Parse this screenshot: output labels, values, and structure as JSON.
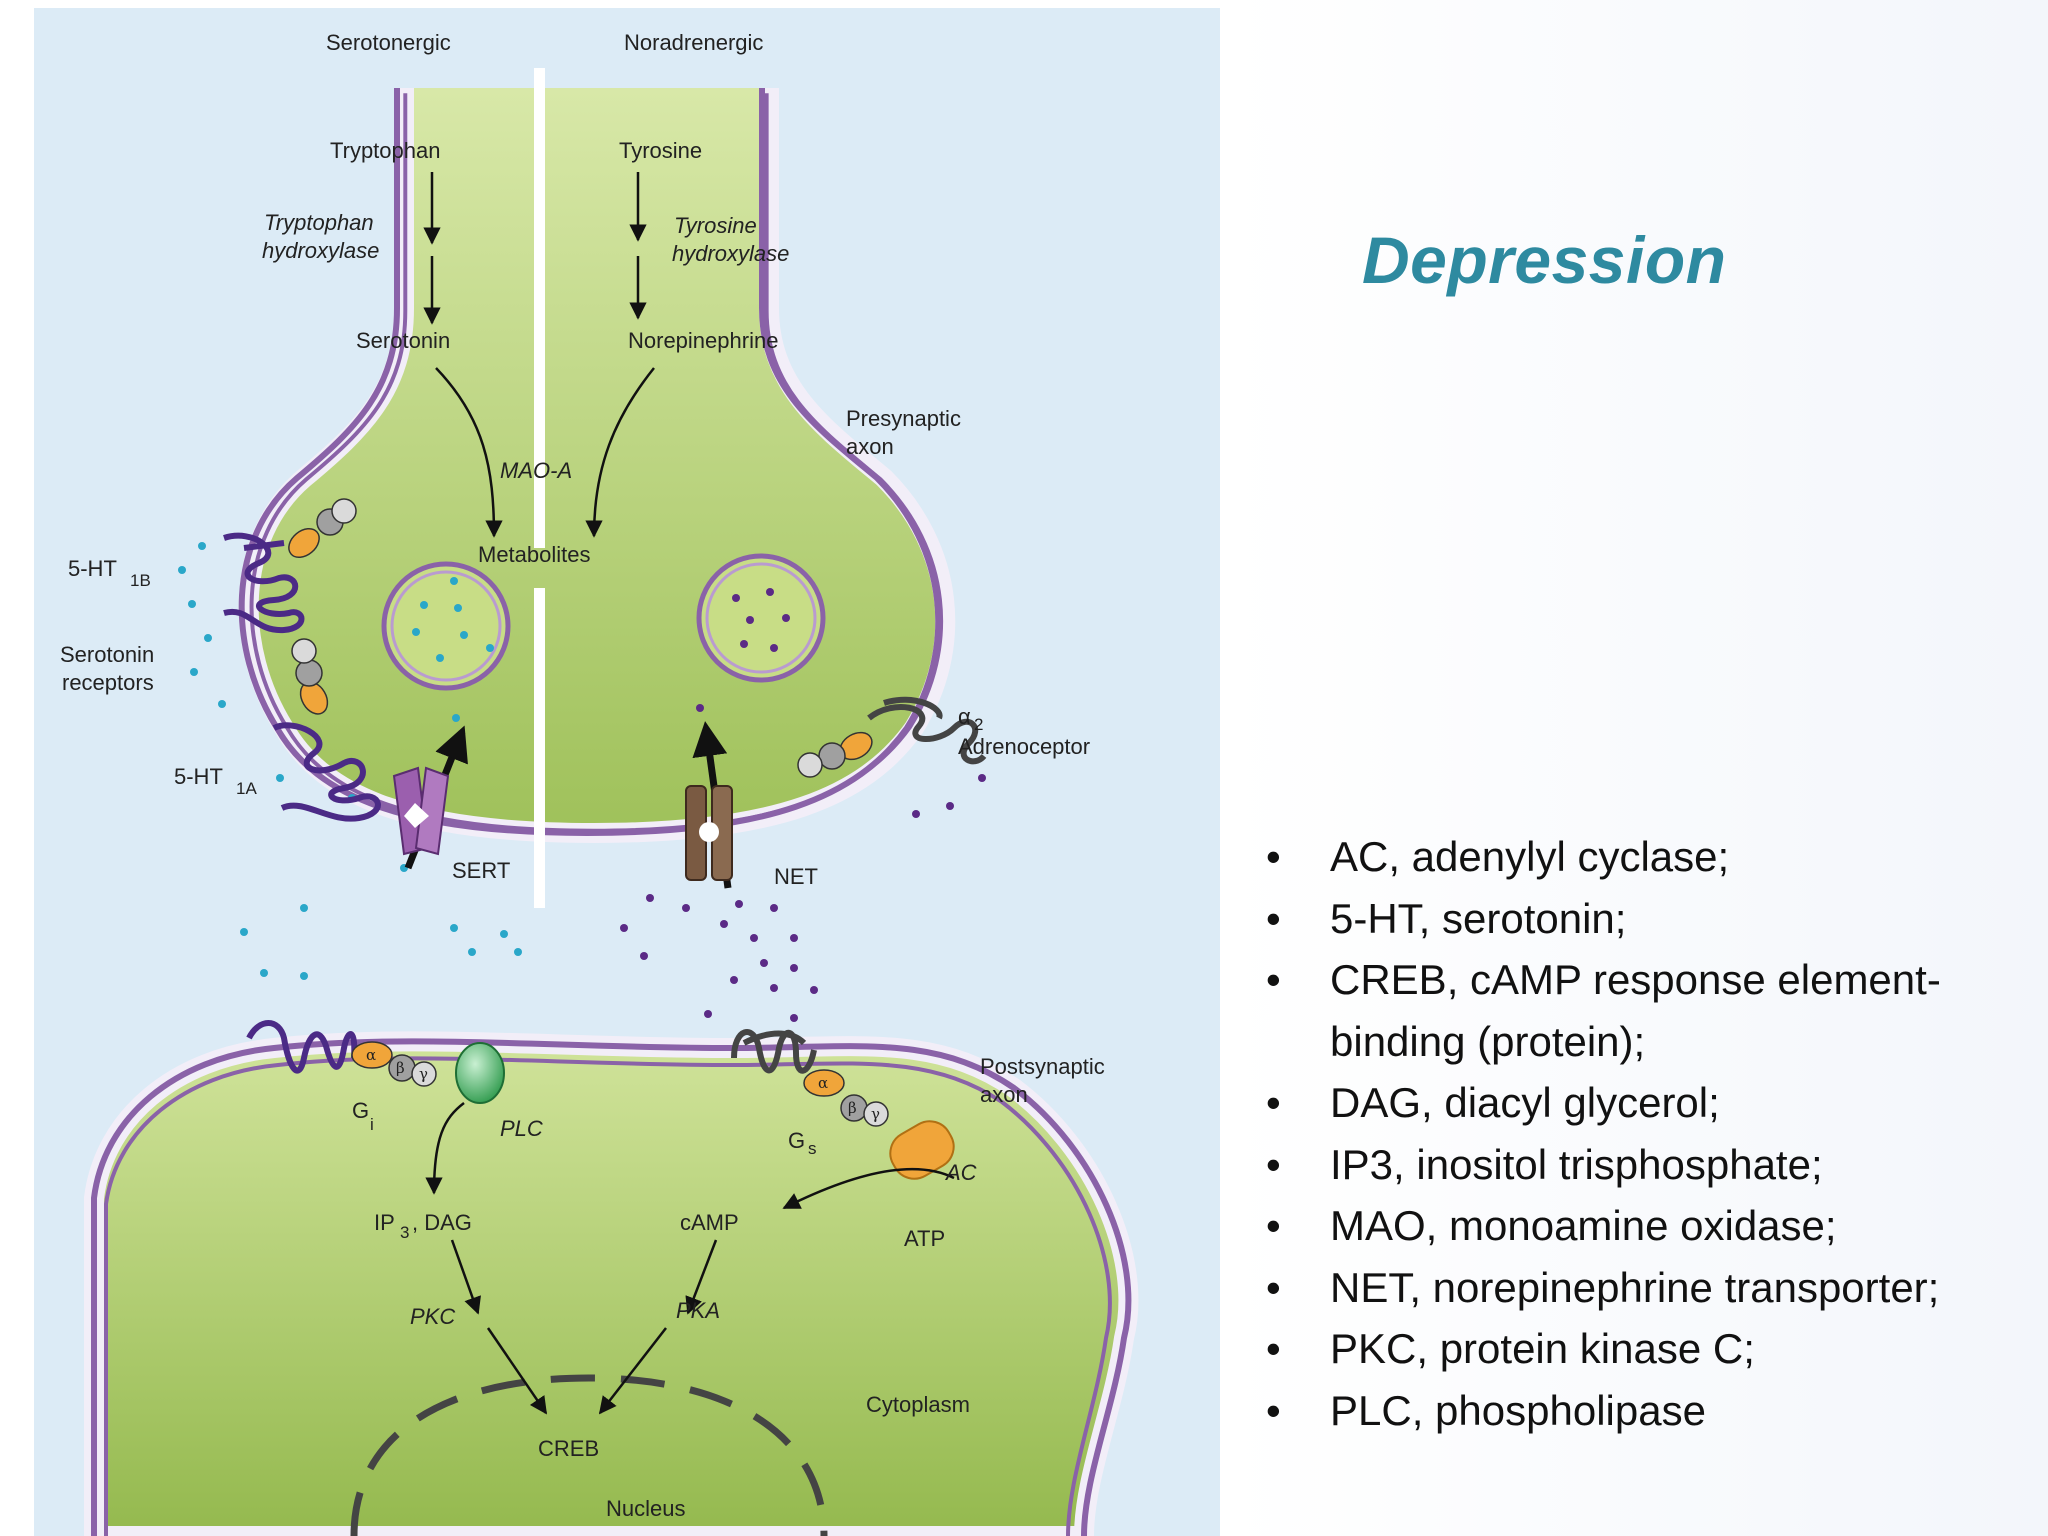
{
  "slide": {
    "title": "Depression",
    "legend": [
      "AC, adenylyl cyclase;",
      "5-HT, serotonin;",
      "CREB, cAMP response element-binding (protein);",
      "DAG, diacyl glycerol;",
      "IP3, inositol trisphosphate;",
      "MAO, monoamine oxidase;",
      "NET, norepinephrine transporter;",
      "PKC, protein kinase C;",
      "PLC, phospholipase"
    ]
  },
  "diagram": {
    "colors": {
      "background": "#dcebf6",
      "cytoplasm": "#b4cf6a",
      "membrane": "#8a62a8",
      "serotonin_dot": "#2aa7c9",
      "norepinephrine_dot": "#5b2a86",
      "g_alpha": "#f0a53a",
      "plc": "#3faa5a",
      "ac": "#f0a53a"
    },
    "labels": {
      "serotonergic": "Serotonergic",
      "noradrenergic": "Noradrenergic",
      "tryptophan": "Tryptophan",
      "tryptophan_hydroxylase_1": "Tryptophan",
      "tryptophan_hydroxylase_2": "hydroxylase",
      "serotonin": "Serotonin",
      "tyrosine": "Tyrosine",
      "tyrosine_hydroxylase_1": "Tyrosine",
      "tyrosine_hydroxylase_2": "hydroxylase",
      "norepinephrine": "Norepinephrine",
      "mao_a": "MAO-A",
      "metabolites": "Metabolites",
      "presynaptic_1": "Presynaptic",
      "presynaptic_2": "axon",
      "ht1b": "5-HT",
      "ht1b_sub": "1B",
      "serotonin_receptors_1": "Serotonin",
      "serotonin_receptors_2": "receptors",
      "ht1a": "5-HT",
      "ht1a_sub": "1A",
      "sert": "SERT",
      "net": "NET",
      "alpha2": "α",
      "alpha2_sub": "2",
      "adrenoceptor": "Adrenoceptor",
      "postsynaptic_1": "Postsynaptic",
      "postsynaptic_2": "axon",
      "gi": "G",
      "gi_sub": "i",
      "gs": "G",
      "gs_sub": "s",
      "plc": "PLC",
      "ac": "AC",
      "ip3": "IP",
      "ip3_sub": "3",
      "dag": ", DAG",
      "camp": "cAMP",
      "atp": "ATP",
      "pkc": "PKC",
      "pka": "PKA",
      "creb": "CREB",
      "cytoplasm": "Cytoplasm",
      "nucleus": "Nucleus",
      "alpha": "α",
      "beta": "β",
      "gamma": "γ"
    }
  }
}
